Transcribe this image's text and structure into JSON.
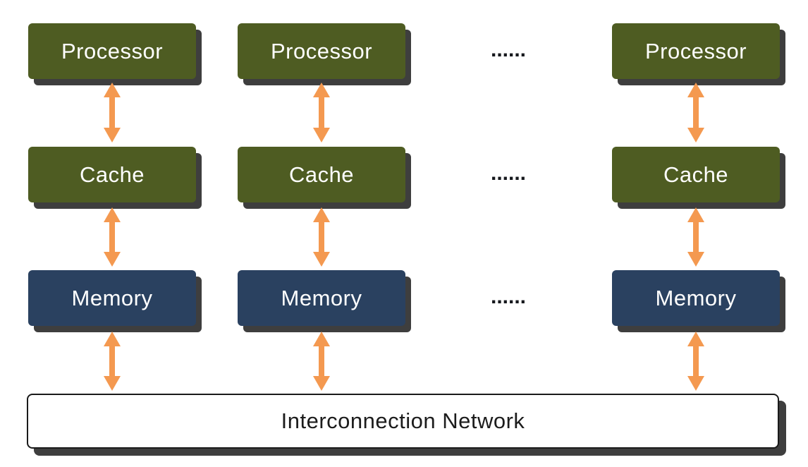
{
  "diagram": {
    "ellipsis": "......",
    "layers": [
      {
        "label": "Processor"
      },
      {
        "label": "Cache"
      },
      {
        "label": "Memory"
      }
    ],
    "network_label": "Interconnection Network",
    "colors": {
      "processor_box": "#4e5c22",
      "cache_box": "#4e5c22",
      "memory_box": "#2a4160",
      "arrow": "#f49950",
      "shadow": "#3e3e3e",
      "network_bg": "#ffffff",
      "network_border": "#1a1a1a",
      "box_text": "#ffffff",
      "network_text": "#1c1c1c",
      "dots_text": "#16181d"
    }
  }
}
